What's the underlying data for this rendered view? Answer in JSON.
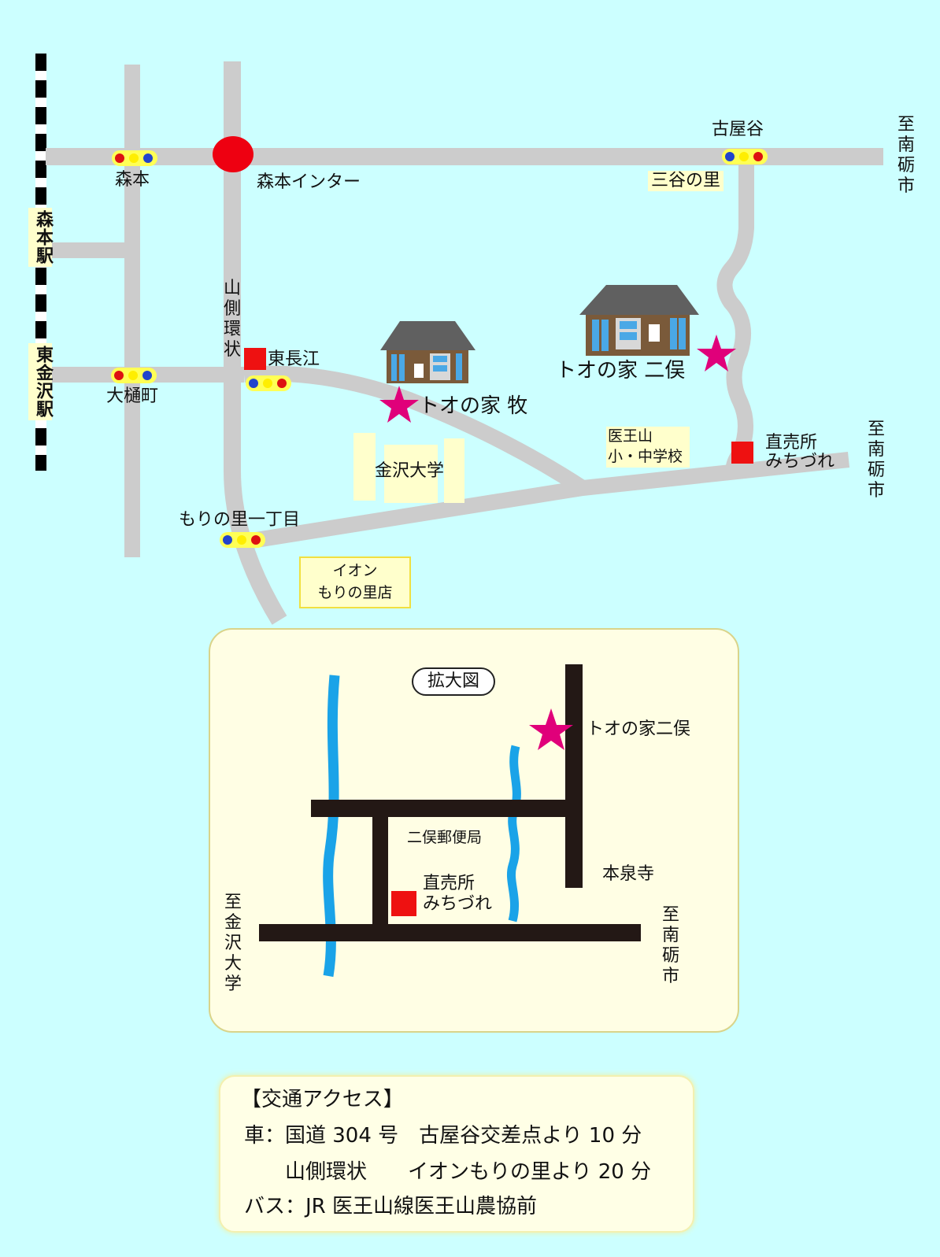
{
  "labels": {
    "morimoto": "森本",
    "morimoto_ic": "森本インター",
    "koyadani": "古屋谷",
    "mitani": "三谷の里",
    "to_nanto_top": "至南砺市",
    "to_nanto_mid": "至南砺市",
    "yamagawa": "山側環状",
    "higashinagae": "東長江",
    "oohimachi": "大樋町",
    "toono_maki": "トオの家 牧",
    "toono_futamata": "トオの家 二俣",
    "iouzan_school_1": "医王山",
    "iouzan_school_2": "小・中学校",
    "chokubai_1": "直売所",
    "chokubai_2": "みちづれ",
    "kanazawa_univ": "金沢大学",
    "morinosato": "もりの里一丁目",
    "aeon_1": "イオン",
    "aeon_2": "もりの里店",
    "morimoto_station": "森本駅",
    "higashi_kanazawa_station": "東金沢駅"
  },
  "inset": {
    "title": "拡大図",
    "toono_futamata": "トオの家二俣",
    "post_office": "二俣郵便局",
    "honsenji": "本泉寺",
    "chokubai_1": "直売所",
    "chokubai_2": "みちづれ",
    "to_kanazawa_univ": "至金沢大学",
    "to_nanto": "至南砺市"
  },
  "access": {
    "title": "【交通アクセス】",
    "line1": "車：国道 304 号　古屋谷交差点より 10 分",
    "line2": "　　山側環状　　イオンもりの里より 20 分",
    "line3": "バス：JR 医王山線医王山農協前"
  },
  "colors": {
    "background": "#ccffff",
    "road": "#cccccc",
    "interchange": "#ee0011",
    "star": "#e0007a",
    "shop_marker": "#ee1111",
    "river": "#1aa3e8",
    "inset_road": "#231815"
  }
}
